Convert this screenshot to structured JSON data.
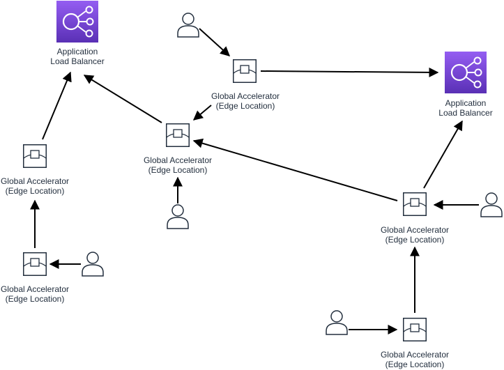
{
  "diagram": {
    "nodes": [
      {
        "id": "alb1",
        "type": "alb",
        "line1": "Application",
        "line2": "Load Balancer"
      },
      {
        "id": "alb2",
        "type": "alb",
        "line1": "Application",
        "line2": "Load Balancer"
      },
      {
        "id": "ga1",
        "type": "ga",
        "line1": "Global Accelerator",
        "line2": "(Edge Location)"
      },
      {
        "id": "ga2",
        "type": "ga",
        "line1": "Global Accelerator",
        "line2": "(Edge Location)"
      },
      {
        "id": "ga3",
        "type": "ga",
        "line1": "Global Accelerator",
        "line2": "(Edge Location)"
      },
      {
        "id": "ga4",
        "type": "ga",
        "line1": "Global Accelerator",
        "line2": "(Edge Location)"
      },
      {
        "id": "ga5",
        "type": "ga",
        "line1": "Global Accelerator",
        "line2": "(Edge Location)"
      },
      {
        "id": "ga6",
        "type": "ga",
        "line1": "Global Accelerator",
        "line2": "(Edge Location)"
      },
      {
        "id": "user1",
        "type": "user"
      },
      {
        "id": "user2",
        "type": "user"
      },
      {
        "id": "user3",
        "type": "user"
      },
      {
        "id": "user4",
        "type": "user"
      },
      {
        "id": "user5",
        "type": "user"
      }
    ],
    "edges": [
      {
        "from": "user1",
        "to": "ga2"
      },
      {
        "from": "ga2",
        "to": "alb2"
      },
      {
        "from": "user1",
        "to": "ga3"
      },
      {
        "from": "ga3",
        "to": "alb1"
      },
      {
        "from": "ga1",
        "to": "alb1"
      },
      {
        "from": "ga4",
        "to": "ga1"
      },
      {
        "from": "user2",
        "to": "ga4"
      },
      {
        "from": "user3",
        "to": "ga3"
      },
      {
        "from": "ga5",
        "to": "ga3"
      },
      {
        "from": "ga5",
        "to": "alb2"
      },
      {
        "from": "user4",
        "to": "ga5"
      },
      {
        "from": "ga6",
        "to": "ga5"
      },
      {
        "from": "user5",
        "to": "ga6"
      }
    ],
    "colors": {
      "alb_gradient_top": "#945DF2",
      "alb_gradient_bottom": "#5A30B5",
      "icon_stroke": "#232F3E",
      "arrow": "#000000"
    }
  }
}
